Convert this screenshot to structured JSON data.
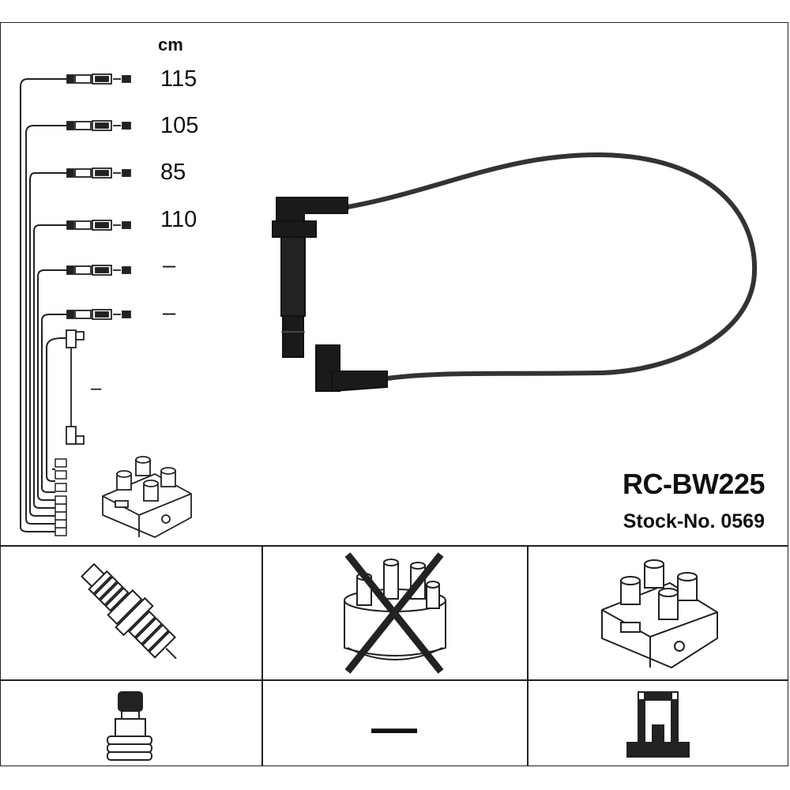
{
  "header": {
    "unit_label": "cm"
  },
  "cables": [
    {
      "length": "115"
    },
    {
      "length": "105"
    },
    {
      "length": "85"
    },
    {
      "length": "110"
    },
    {
      "length": "–"
    },
    {
      "length": "–"
    }
  ],
  "short_cable_length": "–",
  "product": {
    "model": "RC-BW225",
    "stock_number": "Stock-No. 0569"
  },
  "compatibility": {
    "spark_plug": "spark-plug-icon",
    "distributor_cap": "distributor-cap-crossed-icon",
    "ignition_coil": "ignition-coil-icon",
    "plug_connector": "plug-connector-icon",
    "middle_bottom_value": "—",
    "coil_connector": "coil-connector-icon"
  },
  "colors": {
    "line": "#222222",
    "background": "#ffffff"
  }
}
